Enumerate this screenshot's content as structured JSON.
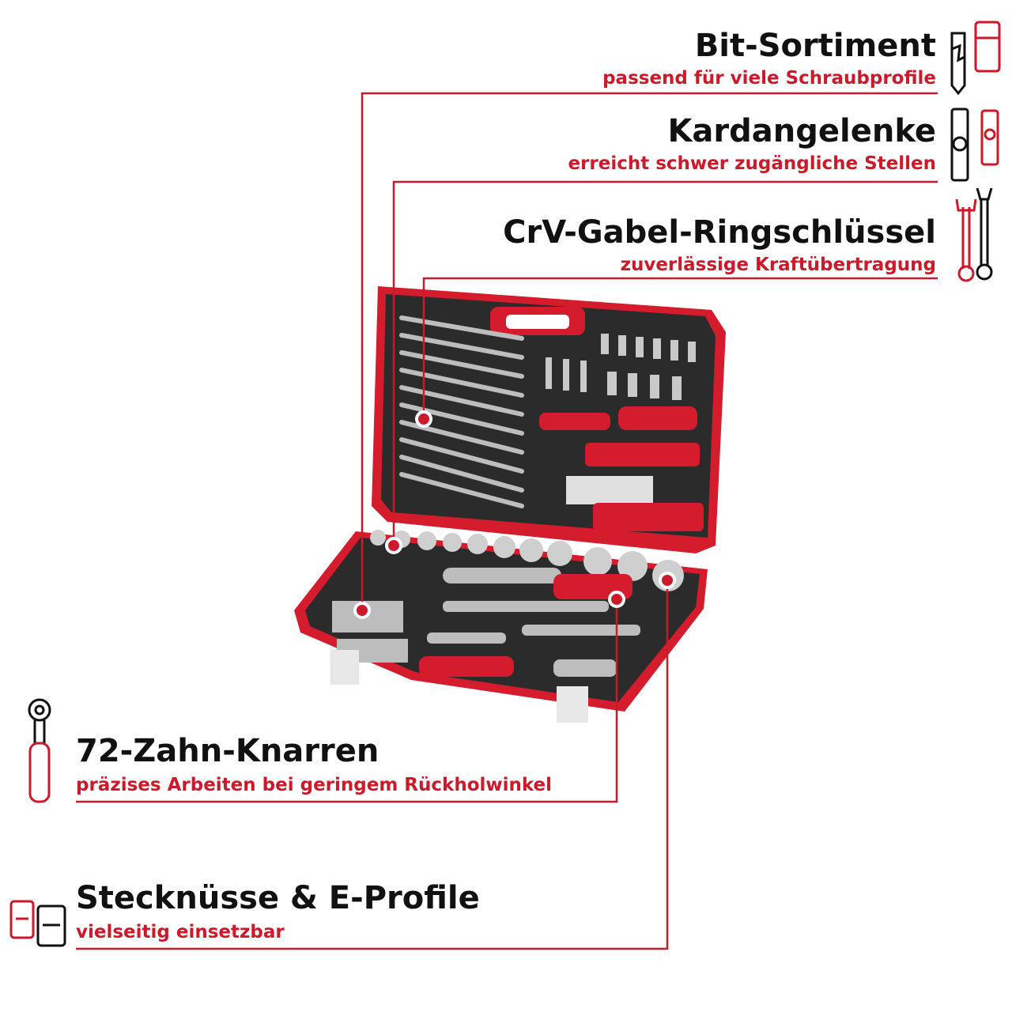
{
  "colors": {
    "accent": "#cc1a2b",
    "text": "#111111",
    "case_dark": "#2a2a2a",
    "case_red": "#d41c2c"
  },
  "features": [
    {
      "title": "Bit-Sortiment",
      "subtitle": "passend für viele Schraubprofile",
      "icon": "bit-icon"
    },
    {
      "title": "Kardangelenke",
      "subtitle": "erreicht schwer zugängliche Stellen",
      "icon": "universal-joint-icon"
    },
    {
      "title": "CrV-Gabel-Ringschlüssel",
      "subtitle": "zuverlässige Kraftübertragung",
      "icon": "combination-wrench-icon"
    },
    {
      "title": "72-Zahn-Knarren",
      "subtitle": "präzises Arbeiten bei geringem Rückholwinkel",
      "icon": "ratchet-icon"
    },
    {
      "title": "Stecknüsse & E-Profile",
      "subtitle": "vielseitig einsetzbar",
      "icon": "socket-icon"
    }
  ]
}
